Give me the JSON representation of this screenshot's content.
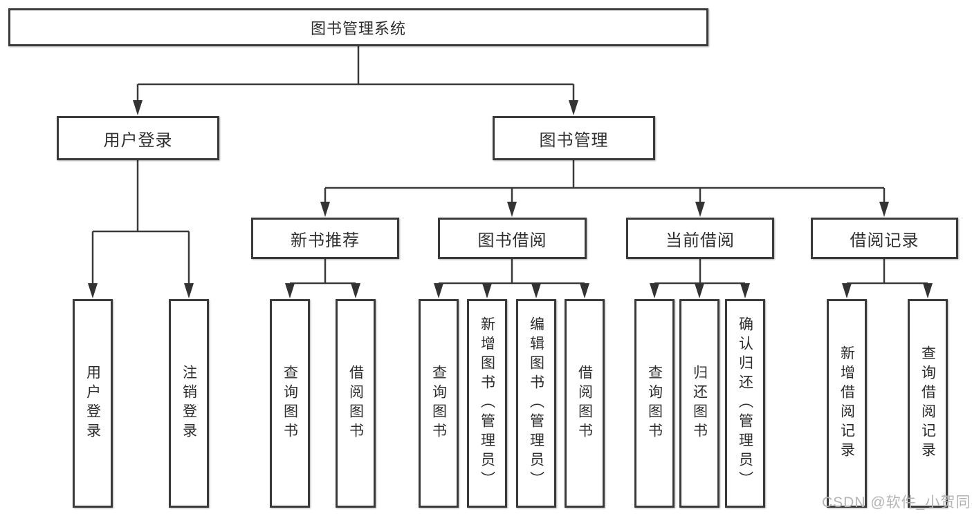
{
  "tree": {
    "label": "图书管理系统",
    "children": [
      {
        "label": "用户登录",
        "children": [
          {
            "label": "用户登录"
          },
          {
            "label": "注销登录"
          }
        ]
      },
      {
        "label": "图书管理",
        "children": [
          {
            "label": "新书推荐",
            "children": [
              {
                "label": "查询图书"
              },
              {
                "label": "借阅图书"
              }
            ]
          },
          {
            "label": "图书借阅",
            "children": [
              {
                "label": "查询图书"
              },
              {
                "label": "新增图书（管理员）"
              },
              {
                "label": "编辑图书（管理员）"
              },
              {
                "label": "借阅图书"
              }
            ]
          },
          {
            "label": "当前借阅",
            "children": [
              {
                "label": "查询图书"
              },
              {
                "label": "归还图书"
              },
              {
                "label": "确认归还（管理员）"
              }
            ]
          },
          {
            "label": "借阅记录",
            "children": [
              {
                "label": "新增借阅记录"
              },
              {
                "label": "查询借阅记录"
              }
            ]
          }
        ]
      }
    ]
  },
  "watermark": "CSDN @软件_小贺同学",
  "colors": {
    "background": "#ffffff",
    "line": "#3a3a3a",
    "border": "#3a3a3a",
    "text": "#2d2d2d",
    "watermark": "#b4b4b4"
  }
}
